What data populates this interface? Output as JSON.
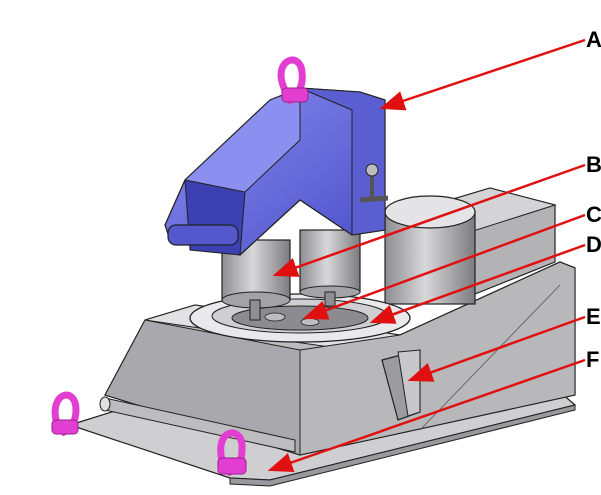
{
  "diagram": {
    "callouts": [
      {
        "id": "A",
        "label": "A"
      },
      {
        "id": "B",
        "label": "B"
      },
      {
        "id": "C",
        "label": "C"
      },
      {
        "id": "D",
        "label": "D"
      },
      {
        "id": "E",
        "label": "E"
      },
      {
        "id": "F",
        "label": "F"
      }
    ]
  },
  "colors": {
    "hood": "#6b6fe0",
    "hood_dark": "#4044b8",
    "body": "#b9b9bb",
    "body_dark": "#8f8f92",
    "lifting_eye": "#e23fd2",
    "arrow": "#e01010",
    "outline": "#222222"
  }
}
